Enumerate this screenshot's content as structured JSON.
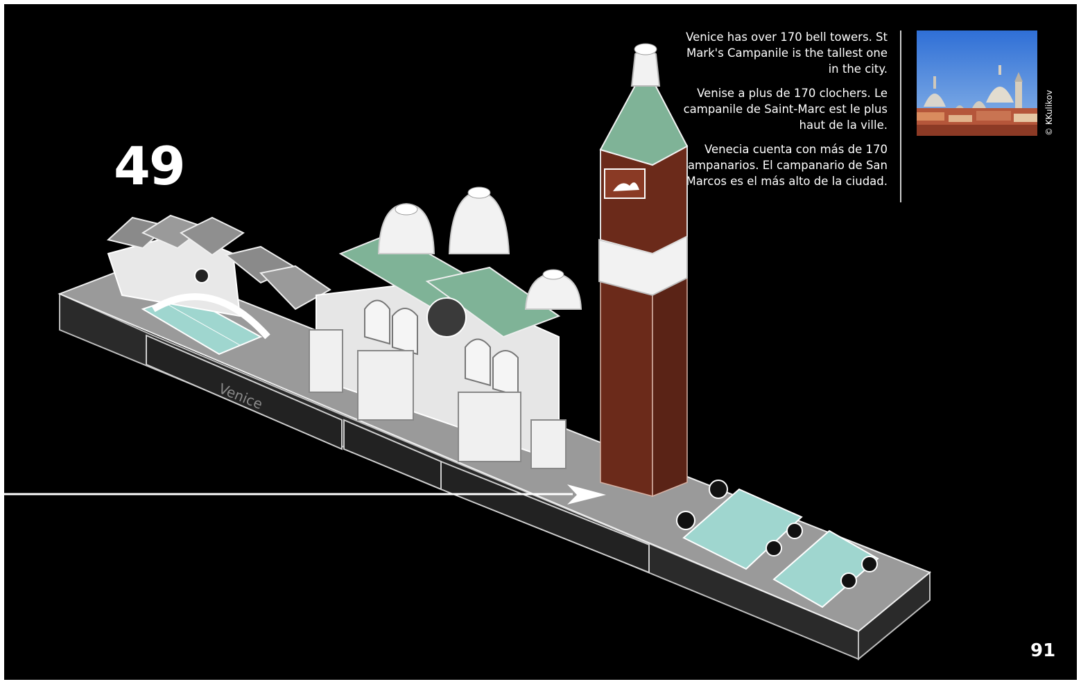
{
  "step": {
    "number": "49"
  },
  "facts": {
    "en": "Venice has over 170 bell towers. St Mark's Campanile is the tallest one in the city.",
    "fr": "Venise a plus de 170 clochers. Le campanile de Saint-Marc est le plus haut de la ville.",
    "es": "Venecia cuenta con más de 170 campanarios. El campanario de San Marcos es el más alto de la ciudad."
  },
  "photo": {
    "credit": "© KKulikov"
  },
  "model": {
    "base_label": "Venice"
  },
  "page": {
    "number": "91"
  },
  "colors": {
    "background": "#000000",
    "brick": "#6b2a1a",
    "roof_green": "#7fb397",
    "water": "#9fd6cf",
    "base_dark": "#2a2a2a",
    "base_gray": "#9a9a9a"
  }
}
